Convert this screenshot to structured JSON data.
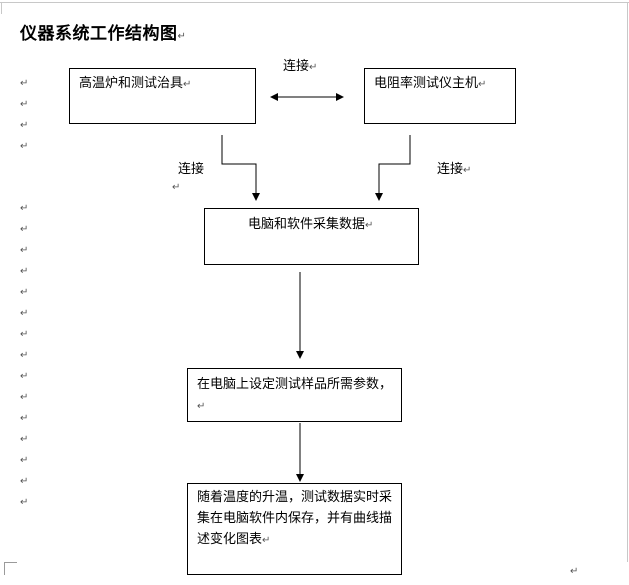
{
  "title": "仪器系统工作结构图",
  "para_mark": "↵",
  "connect_label": "连接",
  "boxes": {
    "furnace": "高温炉和测试治具",
    "host": "电阻率测试仪主机",
    "computer": "电脑和软件采集数据",
    "setup": "在电脑上设定测试样品所需参数，",
    "record": "随着温度的升温，测试数据实时采集在电脑软件内保存，并有曲线描述变化图表"
  }
}
